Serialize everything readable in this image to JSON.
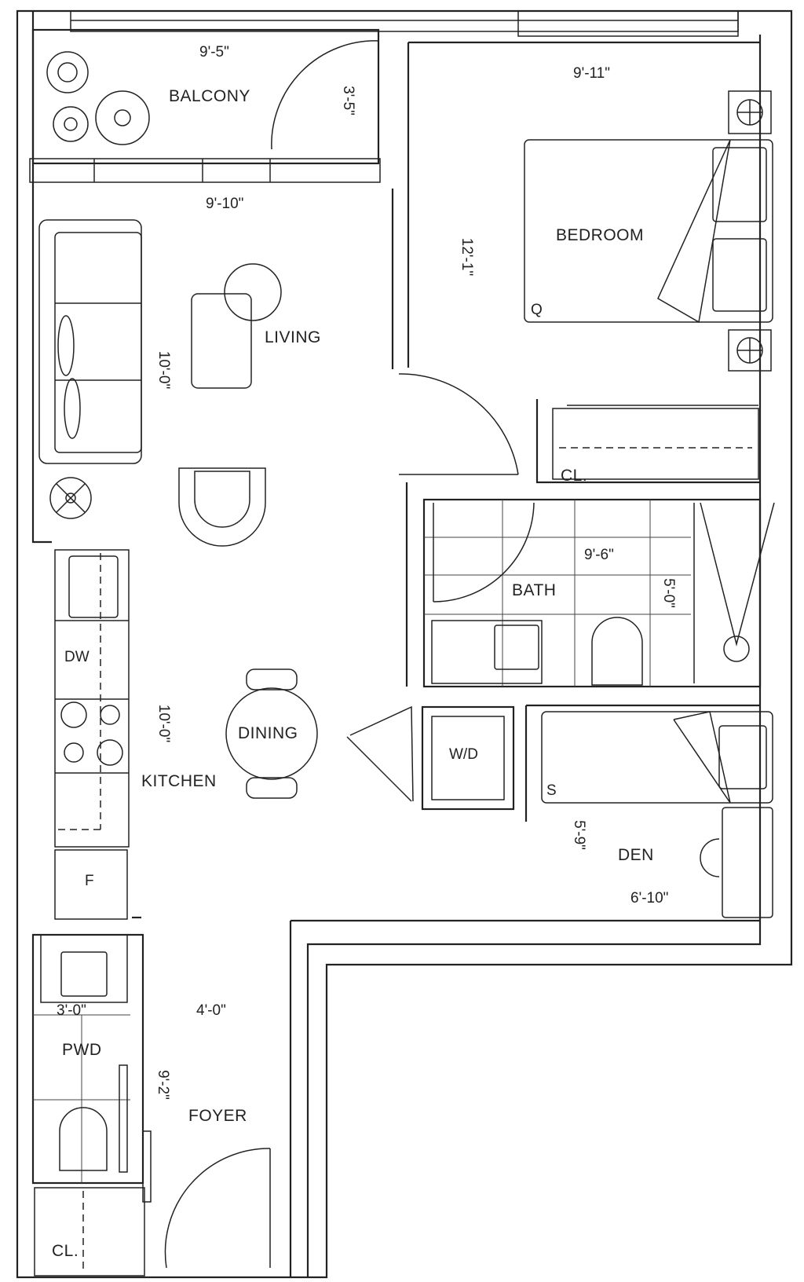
{
  "rooms": {
    "balcony": "BALCONY",
    "bedroom": "BEDROOM",
    "living": "LIVING",
    "bath": "BATH",
    "dining": "DINING",
    "kitchen": "KITCHEN",
    "den": "DEN",
    "foyer": "FOYER",
    "pwd": "PWD",
    "closet_bedroom": "CL.",
    "closet_foyer": "CL."
  },
  "fixtures": {
    "bed_queen": "Q",
    "bed_single": "S",
    "dishwasher": "DW",
    "fridge": "F",
    "washer_dryer": "W/D"
  },
  "dimensions": {
    "balcony_width": "9'-5\"",
    "balcony_depth": "3'-5\"",
    "living_width": "9'-10\"",
    "living_depth": "10'-0\"",
    "bedroom_width": "9'-11\"",
    "bedroom_depth": "12'-1\"",
    "bath_width": "9'-6\"",
    "bath_depth": "5'-0\"",
    "kitchen_depth": "10'-0\"",
    "den_depth": "5'-9\"",
    "den_width": "6'-10\"",
    "pwd_width": "3'-0\"",
    "foyer_width": "4'-0\"",
    "foyer_depth": "9'-2\""
  }
}
